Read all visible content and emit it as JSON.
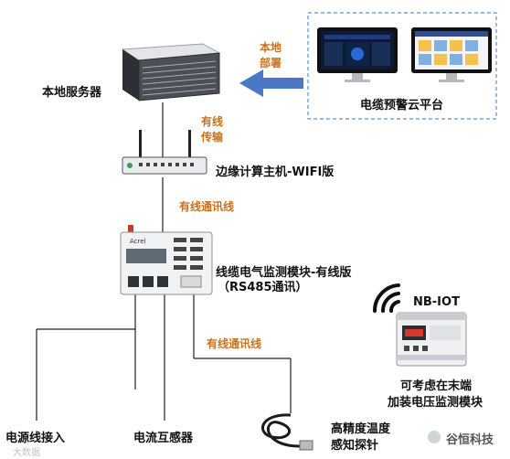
{
  "nodes": {
    "server": "本地服务器",
    "cloud": "电缆预警云平台",
    "gateway": "边缘计算主机-WIFI版",
    "module_line1": "线缆电气监测模块-有线版",
    "module_line2": "（RS485通讯）",
    "power_line": "电源线接入",
    "ct": "电流互感器",
    "probe_line1": "高精度温度",
    "probe_line2": "感知探针",
    "nbiot": "NB-IOT",
    "nb_note_line1": "可考虑在末端",
    "nb_note_line2": "加装电压监测模块"
  },
  "edges": {
    "local_deploy_line1": "本地",
    "local_deploy_line2": "部署",
    "wired_transfer_line1": "有线",
    "wired_transfer_line2": "传输",
    "wired_comm_top": "有线通讯线",
    "wired_comm_bottom": "有线通讯线"
  },
  "device_text": {
    "module_brand": "Acrel"
  },
  "watermark": {
    "brand": "谷恒科技",
    "bottom_left": "大数据"
  },
  "colors": {
    "arrow": "#4a78c4",
    "edge_label": "#c9711d",
    "cloud_border": "#5b8fd1"
  }
}
